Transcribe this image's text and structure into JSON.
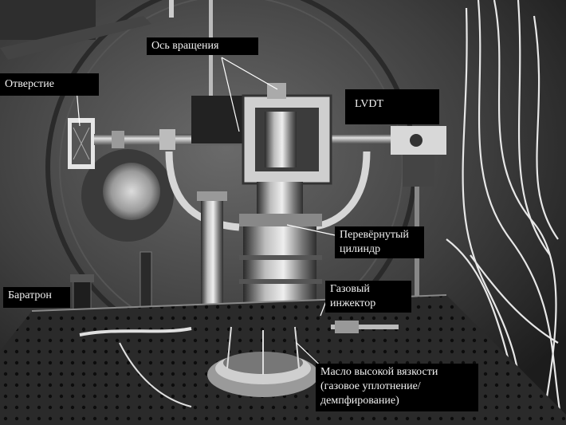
{
  "labels": {
    "rotation_axis": "Ось вращения",
    "orifice": "Отверстие",
    "lvdt": "LVDT",
    "inverted_cylinder_line1": "Перевёрнутый",
    "inverted_cylinder_line2": "цилиндр",
    "baratron": "Баратрон",
    "gas_injector_line1": "Газовый",
    "gas_injector_line2": "инжектор",
    "oil_line1": "Масло высокой вязкости",
    "oil_line2": "(газовое уплотнение/",
    "oil_line3": "демпфирование)"
  },
  "colors": {
    "label_background": "#000000",
    "label_text": "#f2f2f2",
    "leader_line": "#ffffff"
  }
}
